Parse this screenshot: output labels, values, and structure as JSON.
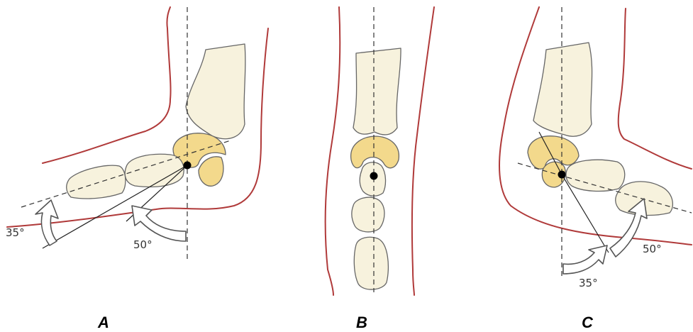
{
  "panels": [
    {
      "caption": "A",
      "angle_labels": [
        "35°",
        "50°"
      ]
    },
    {
      "caption": "B",
      "angle_labels": []
    },
    {
      "caption": "C",
      "angle_labels": [
        "35°",
        "50°"
      ]
    }
  ],
  "colors": {
    "skin_outline": "#b03a3a",
    "cartilage": "#f3d98c",
    "bone": "#f7f2dd",
    "axis_line": "#333333",
    "pivot": "#000000"
  }
}
